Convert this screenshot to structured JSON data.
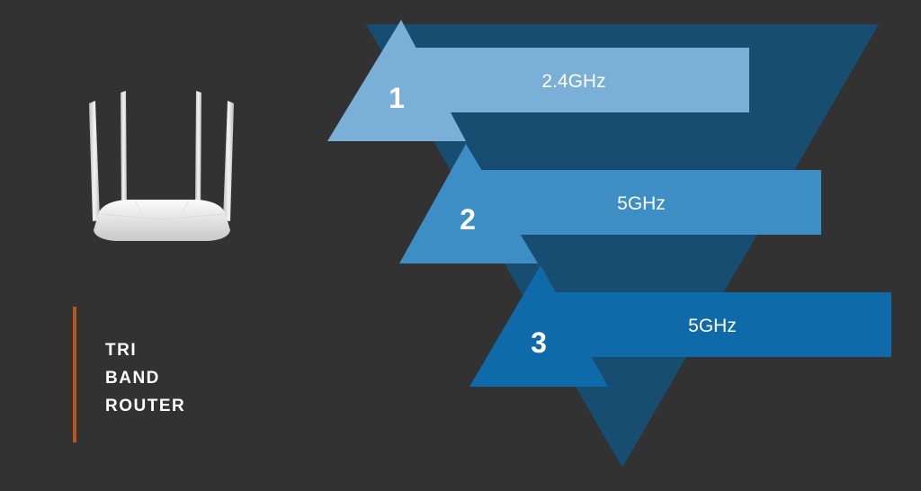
{
  "title": {
    "lines": [
      "TRI",
      "BAND",
      "ROUTER"
    ]
  },
  "colors": {
    "background": "#323232",
    "funnel": "#184d72",
    "band1": "#7ab0d7",
    "band2": "#3d8ec4",
    "band3": "#0f6aa9",
    "accent": "#b8561c",
    "text": "#ffffff"
  },
  "router_image": {
    "icon": "wifi-router-icon",
    "antennas": 4
  },
  "bands": [
    {
      "number": "1",
      "label": "2.4GHz"
    },
    {
      "number": "2",
      "label": "5GHz"
    },
    {
      "number": "3",
      "label": "5GHz"
    }
  ]
}
